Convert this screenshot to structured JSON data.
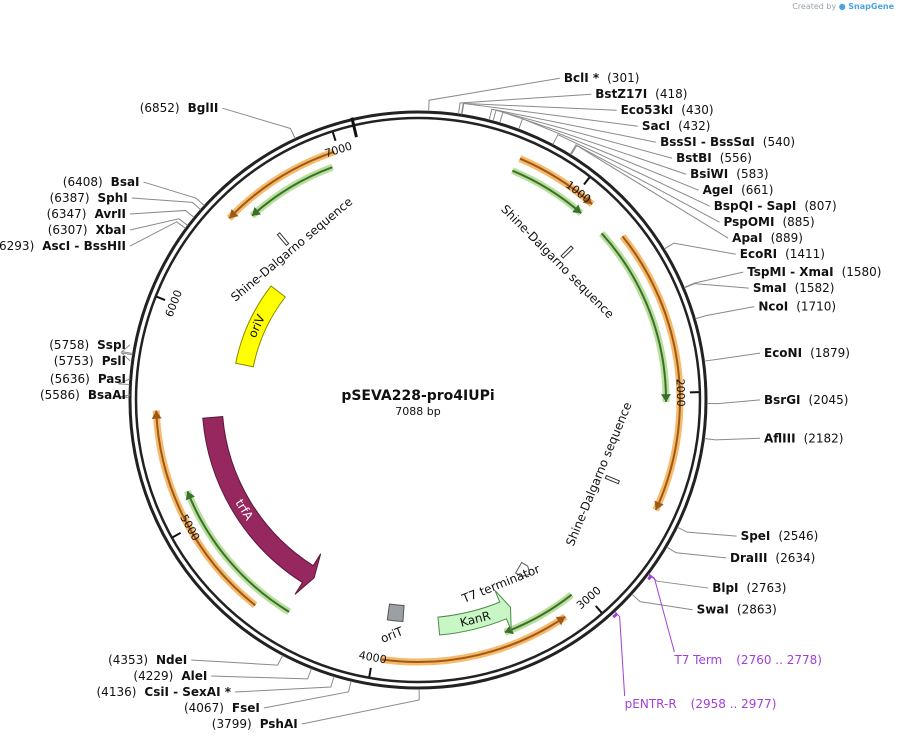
{
  "credit": {
    "created_by": "Created by",
    "brand": "SnapGene"
  },
  "plasmid": {
    "name": "pSEVA228-pro4IUPi",
    "size_label": "7088 bp",
    "length": 7088
  },
  "ticks": [
    {
      "pos": 1000,
      "label": "1000"
    },
    {
      "pos": 2000,
      "label": "2000"
    },
    {
      "pos": 3000,
      "label": "3000"
    },
    {
      "pos": 4000,
      "label": "4000"
    },
    {
      "pos": 5000,
      "label": "5000"
    },
    {
      "pos": 6000,
      "label": "6000"
    },
    {
      "pos": 7000,
      "label": "7000"
    }
  ],
  "sites": [
    {
      "name": "BclI *",
      "pos": "(301)",
      "at": 301,
      "side": "R"
    },
    {
      "name": "BstZ17I",
      "pos": "(418)",
      "at": 418,
      "side": "R"
    },
    {
      "name": "Eco53kI",
      "pos": "(430)",
      "at": 430,
      "side": "R"
    },
    {
      "name": "SacI",
      "pos": "(432)",
      "at": 432,
      "side": "R"
    },
    {
      "name": "BssSI  -  BssSαI",
      "pos": "(540)",
      "at": 540,
      "side": "R"
    },
    {
      "name": "BstBI",
      "pos": "(556)",
      "at": 556,
      "side": "R"
    },
    {
      "name": "BsiWI",
      "pos": "(583)",
      "at": 583,
      "side": "R"
    },
    {
      "name": "AgeI",
      "pos": "(661)",
      "at": 661,
      "side": "R"
    },
    {
      "name": "BspQI  -  SapI",
      "pos": "(807)",
      "at": 807,
      "side": "R"
    },
    {
      "name": "PspOMI",
      "pos": "(885)",
      "at": 885,
      "side": "R"
    },
    {
      "name": "ApaI",
      "pos": "(889)",
      "at": 889,
      "side": "R"
    },
    {
      "name": "EcoRI",
      "pos": "(1411)",
      "at": 1411,
      "side": "R"
    },
    {
      "name": "TspMI  -  XmaI",
      "pos": "(1580)",
      "at": 1580,
      "side": "R"
    },
    {
      "name": "SmaI",
      "pos": "(1582)",
      "at": 1582,
      "side": "R"
    },
    {
      "name": "NcoI",
      "pos": "(1710)",
      "at": 1710,
      "side": "R"
    },
    {
      "name": "EcoNI",
      "pos": "(1879)",
      "at": 1879,
      "side": "R"
    },
    {
      "name": "BsrGI",
      "pos": "(2045)",
      "at": 2045,
      "side": "R"
    },
    {
      "name": "AflIII",
      "pos": "(2182)",
      "at": 2182,
      "side": "R"
    },
    {
      "name": "SpeI",
      "pos": "(2546)",
      "at": 2546,
      "side": "R"
    },
    {
      "name": "DraIII",
      "pos": "(2634)",
      "at": 2634,
      "side": "R"
    },
    {
      "name": "BlpI",
      "pos": "(2763)",
      "at": 2763,
      "side": "R"
    },
    {
      "name": "SwaI",
      "pos": "(2863)",
      "at": 2863,
      "side": "R"
    },
    {
      "name": "PshAI",
      "pos": "(3799)",
      "at": 3799,
      "side": "L"
    },
    {
      "name": "FseI",
      "pos": "(4067)",
      "at": 4067,
      "side": "L"
    },
    {
      "name": "CsiI  -  SexAI *",
      "pos": "(4136)",
      "at": 4136,
      "side": "L"
    },
    {
      "name": "AleI",
      "pos": "(4229)",
      "at": 4229,
      "side": "L"
    },
    {
      "name": "NdeI",
      "pos": "(4353)",
      "at": 4353,
      "side": "L"
    },
    {
      "name": "BsaAI",
      "pos": "(5586)",
      "at": 5586,
      "side": "L"
    },
    {
      "name": "PasI",
      "pos": "(5636)",
      "at": 5636,
      "side": "L"
    },
    {
      "name": "PslI",
      "pos": "(5753)",
      "at": 5753,
      "side": "L"
    },
    {
      "name": "SspI",
      "pos": "(5758)",
      "at": 5758,
      "side": "L"
    },
    {
      "name": "AscI  -  BssHII",
      "pos": "(6293)",
      "at": 6293,
      "side": "L"
    },
    {
      "name": "XbaI",
      "pos": "(6307)",
      "at": 6307,
      "side": "L"
    },
    {
      "name": "AvrII",
      "pos": "(6347)",
      "at": 6347,
      "side": "L"
    },
    {
      "name": "SphI",
      "pos": "(6387)",
      "at": 6387,
      "side": "L"
    },
    {
      "name": "BsaI",
      "pos": "(6408)",
      "at": 6408,
      "side": "L"
    },
    {
      "name": "BglII",
      "pos": "(6852)",
      "at": 6852,
      "side": "L"
    }
  ],
  "primer_features": [
    {
      "name": "T7 Term",
      "range": "(2760 .. 2778)",
      "start": 2760,
      "end": 2778
    },
    {
      "name": "pENTR-R",
      "range": "(2958 .. 2977)",
      "start": 2958,
      "end": 2977
    }
  ],
  "features": [
    {
      "label": "oriV",
      "start": 5800,
      "end": 6320,
      "kind": "rep_origin",
      "color": "#ffff00",
      "stroke": "#8a8a00",
      "direction": "none"
    },
    {
      "label": "trfA",
      "start": 4400,
      "end": 5480,
      "kind": "cds",
      "color": "#97285f",
      "stroke": "#5a1838",
      "direction": "reverse"
    },
    {
      "label": "KanR",
      "start": 3330,
      "end": 3700,
      "kind": "cds",
      "color": "#c8f7c5",
      "stroke": "#4f8a4a",
      "direction": "reverse"
    },
    {
      "label": "oriT",
      "start": 3880,
      "end": 3960,
      "kind": "misc",
      "color": "#9aa0a6",
      "stroke": "#555555",
      "direction": "none"
    },
    {
      "label": "T7 terminator",
      "start": 3180,
      "end": 3215,
      "kind": "terminator",
      "color": "#ffffff",
      "stroke": "#555555",
      "direction": "none"
    },
    {
      "label": "Shine-Dalgarno sequence",
      "start": 6560,
      "end": 6580,
      "kind": "rbs",
      "color": "#ffffff",
      "stroke": "#333333",
      "direction": "none"
    },
    {
      "label": "Shine-Dalgarno sequence",
      "start": 1150,
      "end": 1170,
      "kind": "rbs",
      "color": "#ffffff",
      "stroke": "#333333",
      "direction": "none"
    },
    {
      "label": "Shine-Dalgarno sequence",
      "start": 2470,
      "end": 2490,
      "kind": "rbs",
      "color": "#ffffff",
      "stroke": "#333333",
      "direction": "none"
    }
  ],
  "orf_arcs": [
    {
      "start": 6520,
      "end": 6950,
      "ring": "green",
      "direction": "reverse"
    },
    {
      "start": 6440,
      "end": 6980,
      "ring": "orange",
      "direction": "reverse"
    },
    {
      "start": 710,
      "end": 1080,
      "ring": "orange",
      "direction": "forward"
    },
    {
      "start": 700,
      "end": 1070,
      "ring": "green",
      "direction": "forward"
    },
    {
      "start": 1200,
      "end": 2040,
      "ring": "green",
      "direction": "forward"
    },
    {
      "start": 1270,
      "end": 2520,
      "ring": "orange",
      "direction": "forward"
    },
    {
      "start": 3050,
      "end": 3400,
      "ring": "green",
      "direction": "forward"
    },
    {
      "start": 3130,
      "end": 3960,
      "ring": "orange",
      "direction": "reverse"
    },
    {
      "start": 4420,
      "end": 5150,
      "ring": "green",
      "direction": "forward"
    },
    {
      "start": 4560,
      "end": 5530,
      "ring": "orange",
      "direction": "forward"
    }
  ],
  "colors": {
    "backbone": "#222222",
    "orf_green": "#5ea64a",
    "orf_green_dark": "#3c6e2e",
    "orf_orange": "#f7b96b",
    "orf_orange_dark": "#9c5a16",
    "primer": "#a13fd9",
    "leader": "#8a8a8a"
  }
}
